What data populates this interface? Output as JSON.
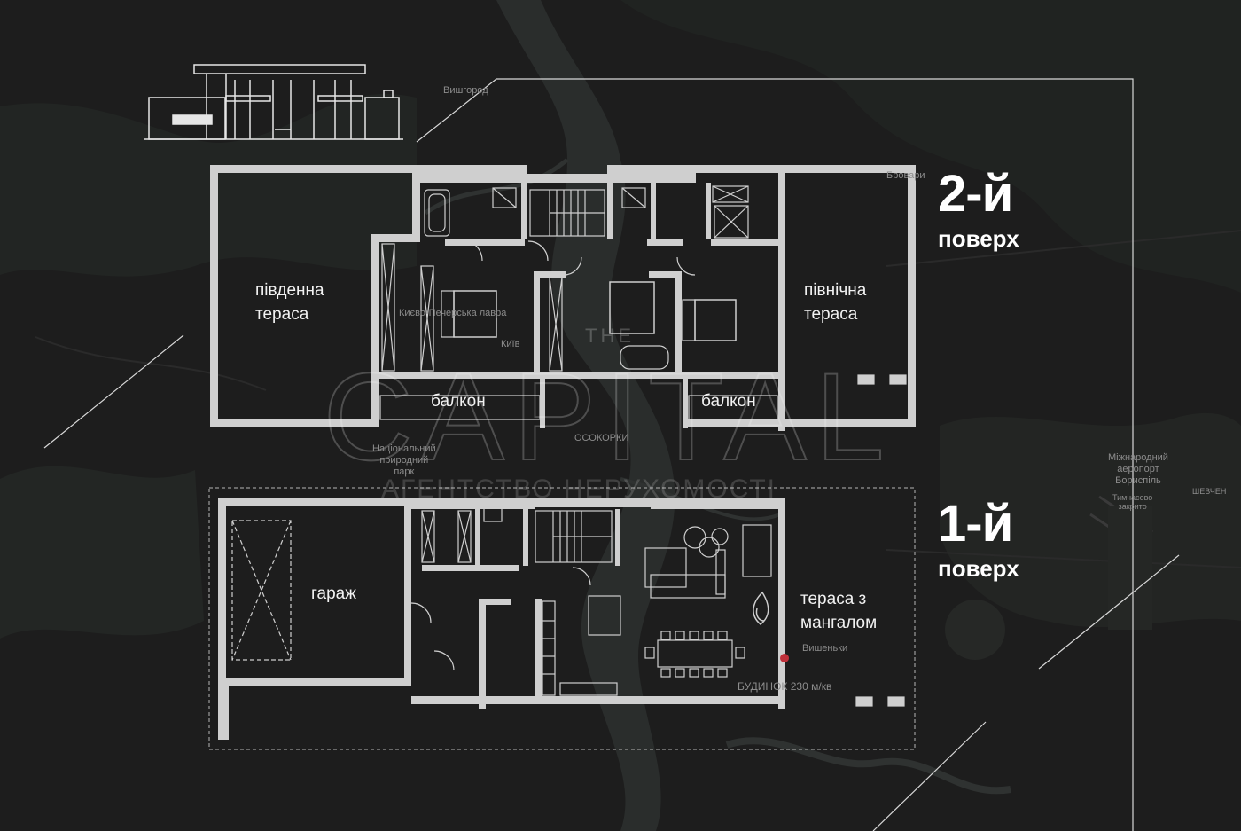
{
  "floors": [
    {
      "number": "2-й",
      "word": "поверх",
      "rooms": [
        "південна\nтераса",
        "північна\nтераса",
        "балкон",
        "балкон"
      ]
    },
    {
      "number": "1-й",
      "word": "поверх",
      "rooms": [
        "гараж",
        "тераса з\nмангалом"
      ]
    }
  ],
  "watermark": {
    "top": "THE",
    "wordmark": "CAPITAL",
    "subtitle": "АГЕНТСТВО НЕРУХОМОСТІ"
  },
  "map_labels": {
    "vyshhorod": "Вишгород",
    "brovary": "Бровари",
    "lavra": "Києво-Печерська лавра",
    "kyiv": "Київ",
    "osokorky": "ОСОКОРКИ",
    "park": "Національний\nприродний\nпарк",
    "airport": "Міжнародний\nаеропорт\nБориспіль",
    "airport_status": "Тимчасово\nзакрито",
    "shevchenko": "ШЕВЧЕН",
    "vyshenky": "Вишеньки",
    "house": "БУДИНОК 230 м/кв"
  },
  "colors": {
    "background": "#1c1c1c",
    "walls": "#d0d0d0",
    "text": "#ffffff",
    "map_water": "#2a2d2c"
  }
}
